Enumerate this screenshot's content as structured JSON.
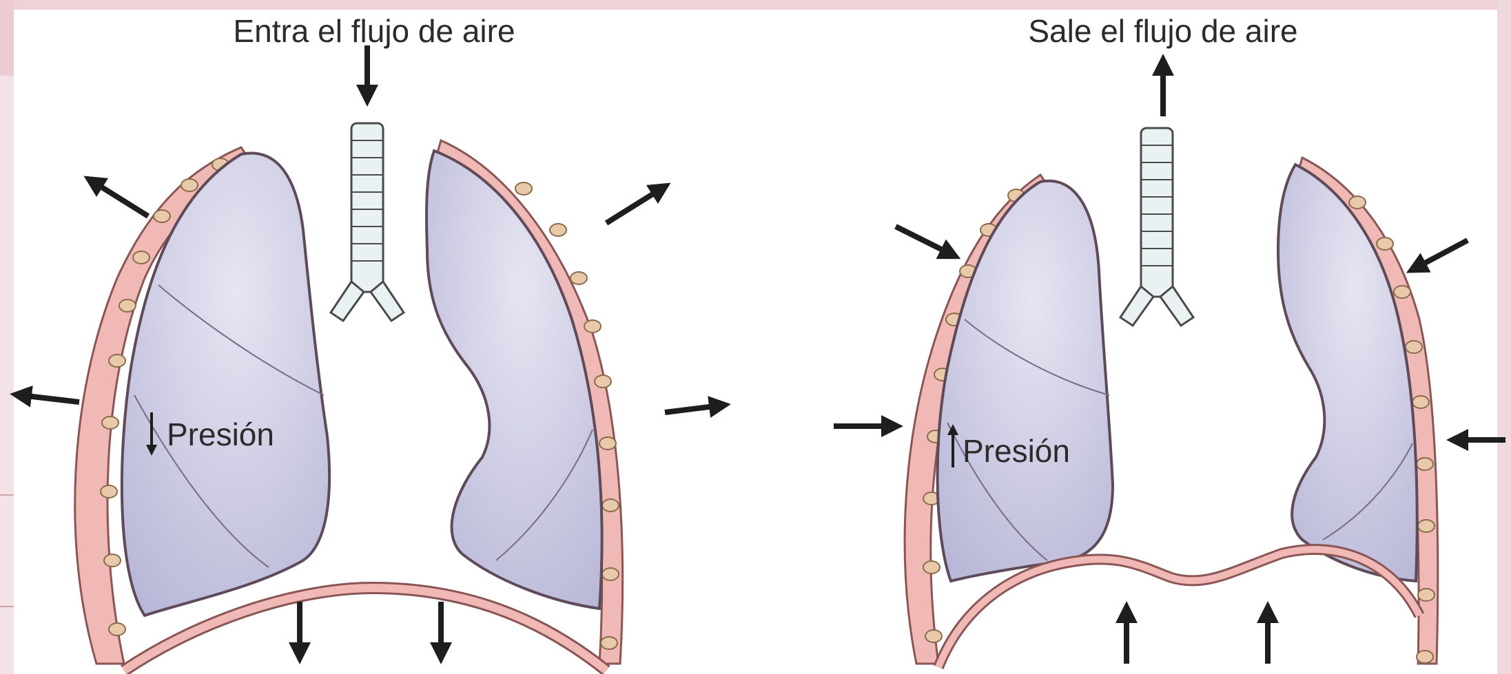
{
  "panels": {
    "inspiration": {
      "title": "Entra el flujo de aire",
      "pressure_label": "Presión",
      "pressure_direction": "down",
      "air_direction": "in"
    },
    "expiration": {
      "title": "Sale el flujo de aire",
      "pressure_label": "Presión",
      "pressure_direction": "up",
      "air_direction": "out"
    }
  },
  "colors": {
    "lung_fill": "#c9c8e2",
    "pleura": "#f0b9b5",
    "ribs": "#e8c9a9",
    "trachea": "#e9f1f2",
    "arrow": "#1e1e1e",
    "page_background": "#f3e3e6"
  }
}
